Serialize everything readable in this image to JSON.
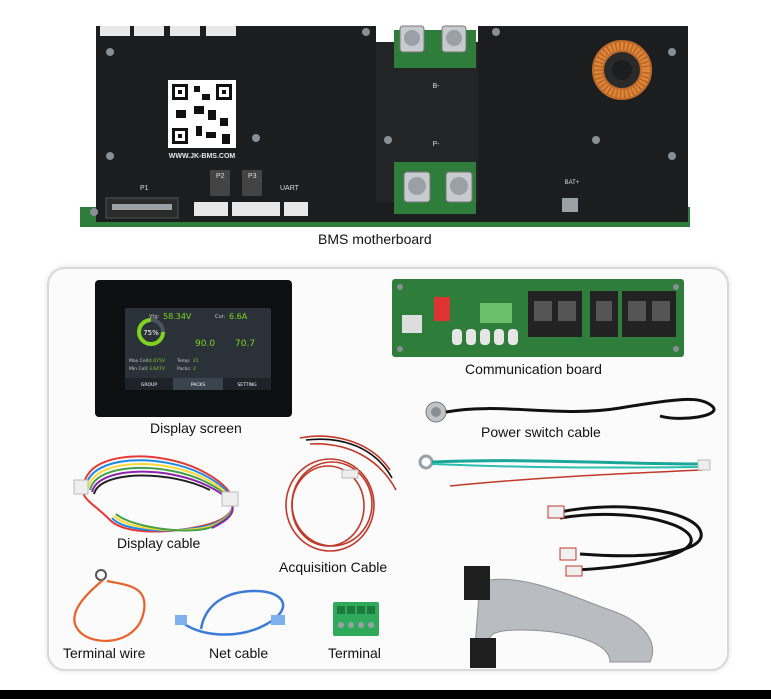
{
  "motherboard": {
    "caption": "BMS motherboard",
    "url_text": "WWW.JK-BMS.COM",
    "labels": {
      "p1": "P1",
      "p2": "P2",
      "p3": "P3",
      "uart": "UART",
      "bminus": "B-",
      "pminus": "P-",
      "batplus": "BAT+"
    }
  },
  "components": {
    "communication_board": "Communication board",
    "display_screen": "Display screen",
    "power_switch_cable": "Power switch cable",
    "display_cable": "Display cable",
    "acquisition_cable": "Acquisition Cable",
    "terminal_wire": "Terminal wire",
    "net_cable": "Net cable",
    "terminal": "Terminal"
  },
  "screen": {
    "vtg_label": "Vtg:",
    "vtg_value": "58.34V",
    "cur_label": "Cur:",
    "cur_value": "6.6A",
    "soc": "75%",
    "cap_value": "90.0",
    "rem_value": "70.7",
    "max_cell_label": "Max Cell:",
    "max_cell_value": "4.075V",
    "min_cell_label": "Min Cell:",
    "min_cell_value": "3.647V",
    "temp_label": "Temp:",
    "temp_value": "21",
    "packs_label": "Packs:",
    "packs_value": "2",
    "tabs": [
      "GROUP",
      "PACKS",
      "SETTING"
    ]
  },
  "colors": {
    "pcb_black": "#1b1d1f",
    "pcb_green": "#2e7d3a",
    "screen_green": "#7ed321",
    "screen_bg": "#2a3138"
  }
}
